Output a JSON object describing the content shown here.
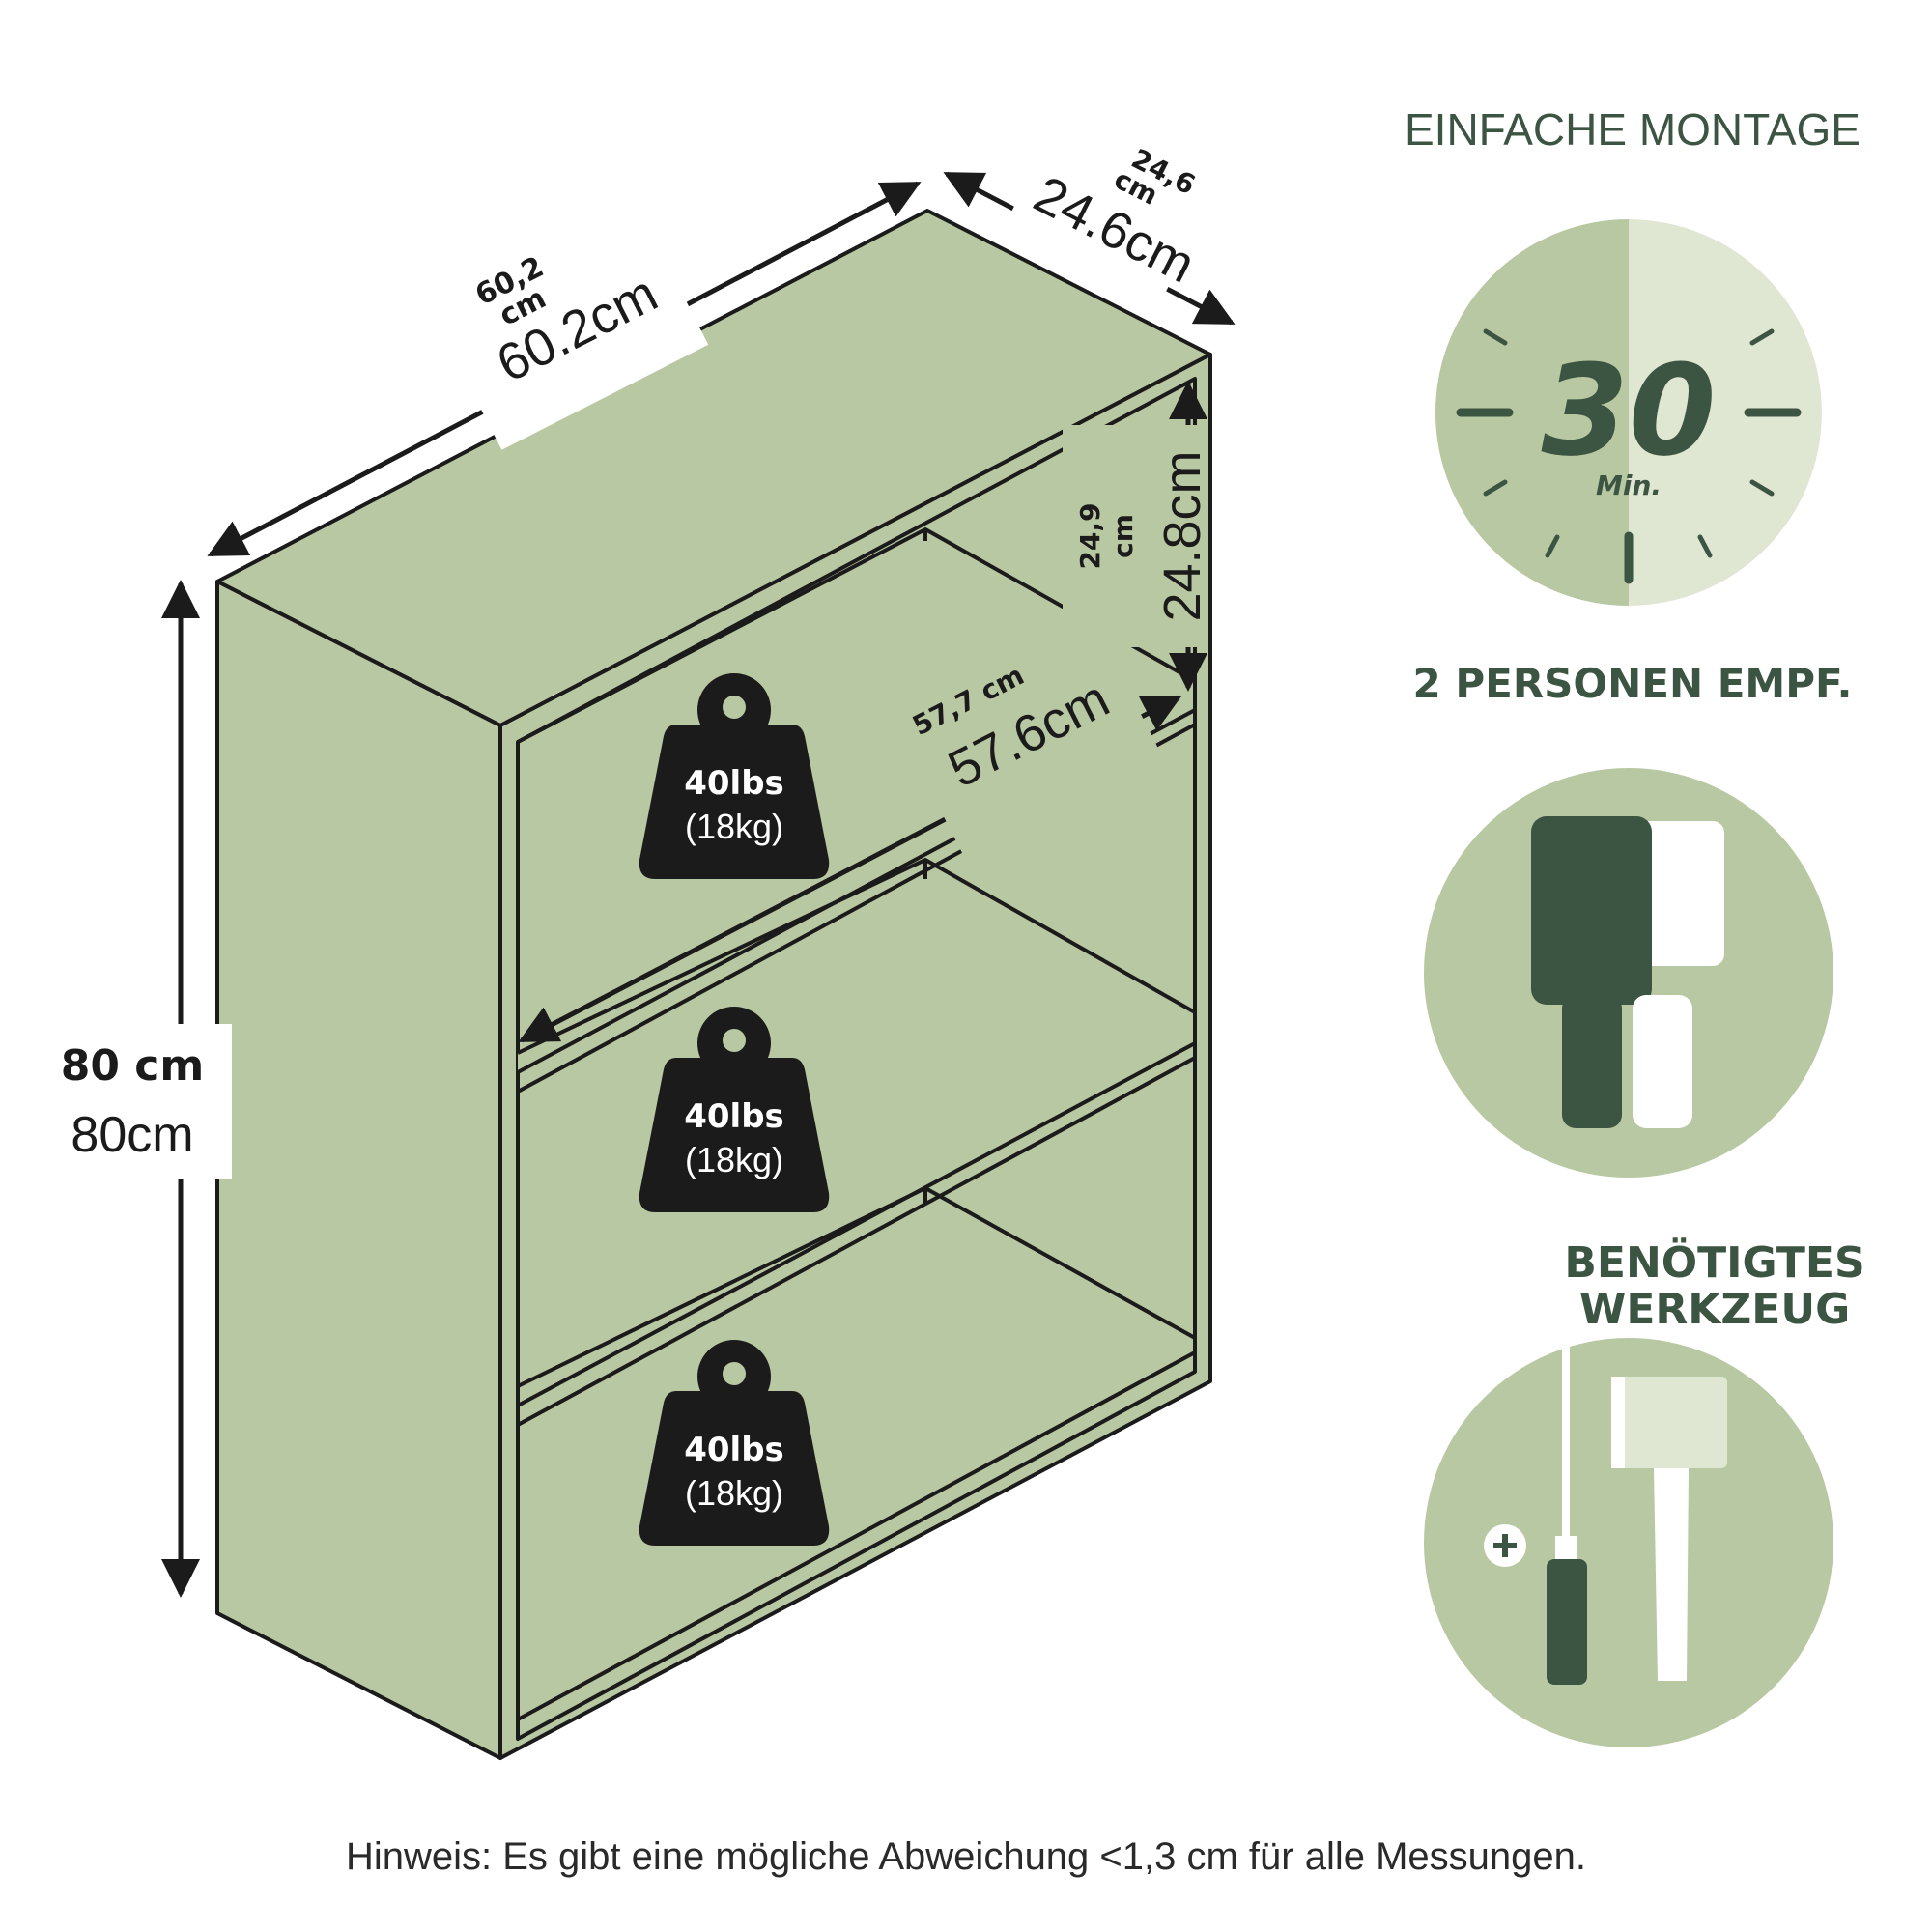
{
  "colors": {
    "panel": "#b8c8a2",
    "panel_dark": "#a9bb91",
    "outline": "#1b1b1b",
    "accent": "#3c5442",
    "circle": "#b8c8a2",
    "circle_light": "#dfe6d2"
  },
  "dimensions": {
    "width_bold": "60,2",
    "width_bold_unit": "cm",
    "width_light": "60.2cm",
    "depth_bold": "24,6",
    "depth_bold_unit": "cm",
    "depth_light": "24.6cm",
    "height_bold": "80 cm",
    "height_light": "80cm",
    "shelf_height_bold": "24,9",
    "shelf_height_bold_unit": "cm",
    "shelf_height_light": "24.8cm",
    "shelf_width_bold": "57,7 cm",
    "shelf_width_light": "57.6cm"
  },
  "weights": [
    {
      "lbs": "40lbs",
      "kg": "(18kg)"
    },
    {
      "lbs": "40lbs",
      "kg": "(18kg)"
    },
    {
      "lbs": "40lbs",
      "kg": "(18kg)"
    }
  ],
  "features": {
    "assembly_title": "EINFACHE MONTAGE",
    "assembly_time": "30",
    "assembly_unit": "Min.",
    "persons_title": "2 PERSONEN EMPF.",
    "tools_title_line1": "BENÖTIGTES",
    "tools_title_line2": "WERKZEUG",
    "icons": [
      "clock-icon",
      "persons-icon",
      "screwdriver-icon",
      "hammer-icon"
    ]
  },
  "note": "Hinweis: Es gibt eine mögliche Abweichung <1,3 cm für alle Messungen."
}
